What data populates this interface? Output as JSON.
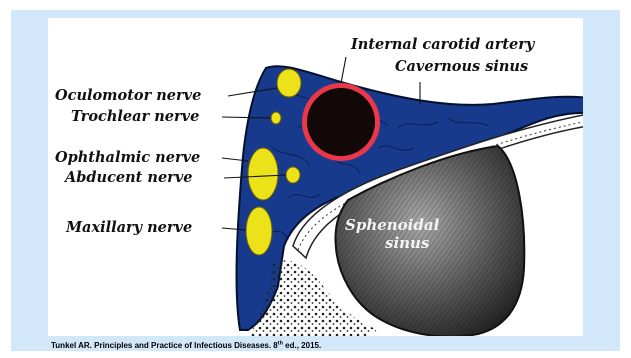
{
  "figure": {
    "labels": {
      "internal_carotid_artery": "Internal carotid artery",
      "cavernous_sinus": "Cavernous sinus",
      "oculomotor_nerve": "Oculomotor nerve",
      "trochlear_nerve": "Trochlear nerve",
      "ophthalmic_nerve": "Ophthalmic nerve",
      "abducent_nerve": "Abducent nerve",
      "maxillary_nerve": "Maxillary nerve",
      "sphenoidal": "Sphenoidal",
      "sinus": "sinus"
    },
    "colors": {
      "sinus_blue": "#173a8c",
      "nerve_yellow": "#ece21a",
      "artery_red": "#e8384a",
      "panel_bg": "#d3e7fb"
    }
  },
  "citation": {
    "text_before": "Tunkel AR. Principles and Practice of Infectious Diseases. 8",
    "superscript": "th",
    "text_after": " ed., 2015."
  }
}
